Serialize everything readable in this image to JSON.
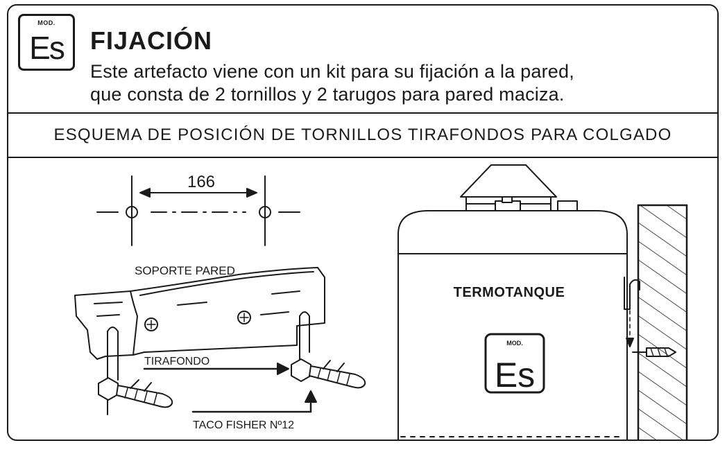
{
  "header": {
    "logo_mod": "MOD.",
    "logo_text": "Es",
    "title": "FIJACIÓN",
    "description_line1": "Este artefacto viene con un kit para su fijación a la pared,",
    "description_line2": "que consta de 2 tornillos  y 2 tarugos para pared maciza."
  },
  "section_title": "ESQUEMA DE POSICIÓN DE TORNILLOS TIRAFONDOS PARA COLGADO",
  "diagram": {
    "dimension_label": "166",
    "bracket_label": "SOPORTE PARED",
    "screw_label": "TIRAFONDO",
    "anchor_label": "TACO FISHER Nº12",
    "heater_label": "TERMOTANQUE",
    "heater_logo_mod": "MOD.",
    "heater_logo_text": "Es"
  },
  "colors": {
    "line": "#1a1a1a",
    "background": "#ffffff"
  }
}
